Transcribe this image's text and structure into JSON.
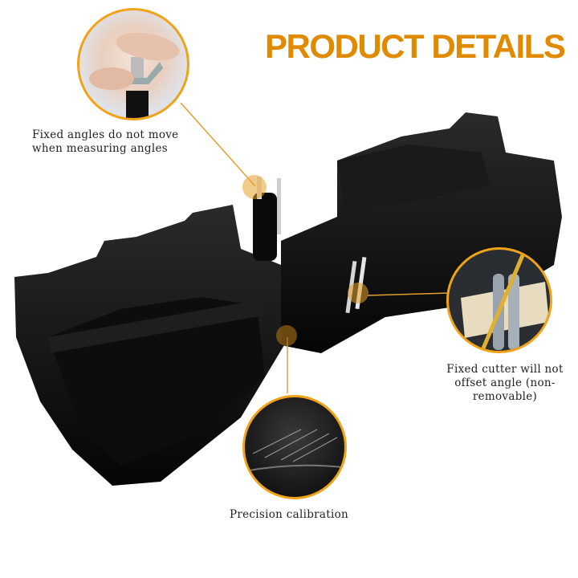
{
  "title": "PRODUCT DETAILS",
  "colors": {
    "accent": "#E08A00",
    "ring": "#F0A318",
    "product": "#111111"
  },
  "callouts": [
    {
      "id": "fixed-angles",
      "text_lines": [
        "Fixed angles do not move",
        "when measuring angles"
      ]
    },
    {
      "id": "fixed-cutter",
      "text_lines": [
        "Fixed cutter will not",
        "offset angle (non-",
        "removable)"
      ]
    },
    {
      "id": "precision",
      "text_lines": [
        "Precision calibration"
      ]
    }
  ]
}
